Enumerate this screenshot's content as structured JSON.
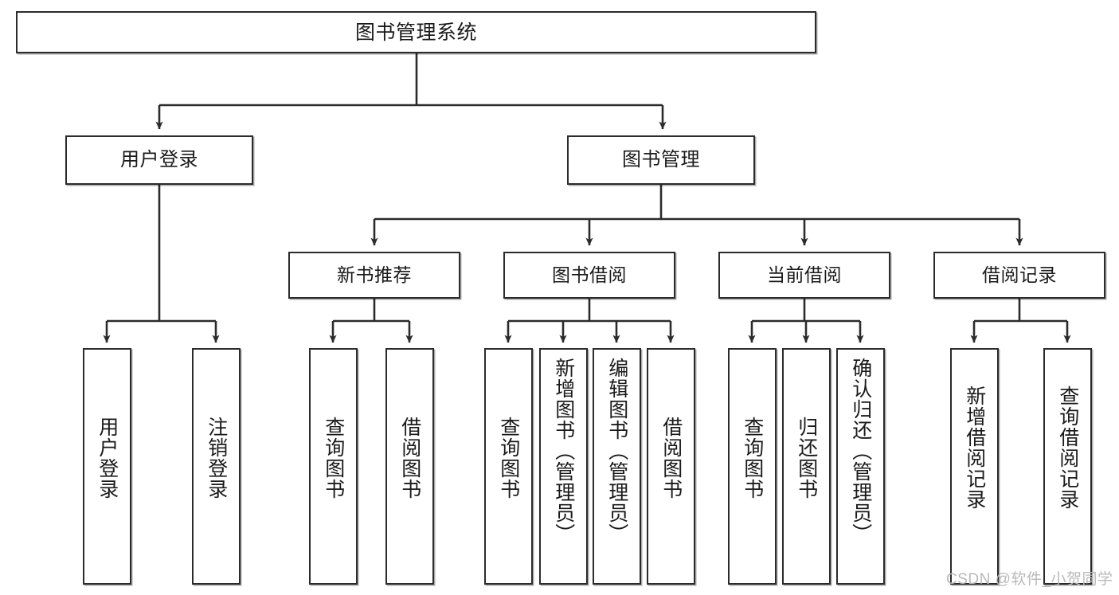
{
  "diagram": {
    "title": "图书管理系统",
    "type": "tree-hierarchy",
    "watermark": "CSDN @软件_小贺同学",
    "colors": {
      "box_border": "#2b2b2b",
      "box_fill": "#ffffff",
      "edge": "#2b2b2b",
      "text": "#1a1a1a",
      "watermark": "#b9b9b9"
    }
  },
  "nodes": {
    "root": {
      "label": "图书管理系统"
    },
    "level2": [
      {
        "label": "用户登录"
      },
      {
        "label": "图书管理"
      }
    ],
    "level3": [
      {
        "label": "新书推荐"
      },
      {
        "label": "图书借阅"
      },
      {
        "label": "当前借阅"
      },
      {
        "label": "借阅记录"
      }
    ],
    "leaves": {
      "user_login": [
        {
          "label": "用户登录"
        },
        {
          "label": "注销登录"
        }
      ],
      "new_book_recommend": [
        {
          "label": "查询图书"
        },
        {
          "label": "借阅图书"
        }
      ],
      "book_borrow": [
        {
          "label": "查询图书"
        },
        {
          "label": "新增图书（管理员）"
        },
        {
          "label": "编辑图书（管理员）"
        },
        {
          "label": "借阅图书"
        }
      ],
      "current_borrow": [
        {
          "label": "查询图书"
        },
        {
          "label": "归还图书"
        },
        {
          "label": "确认归还（管理员）"
        }
      ],
      "borrow_record": [
        {
          "label": "新增借阅记录"
        },
        {
          "label": "查询借阅记录"
        }
      ]
    }
  }
}
